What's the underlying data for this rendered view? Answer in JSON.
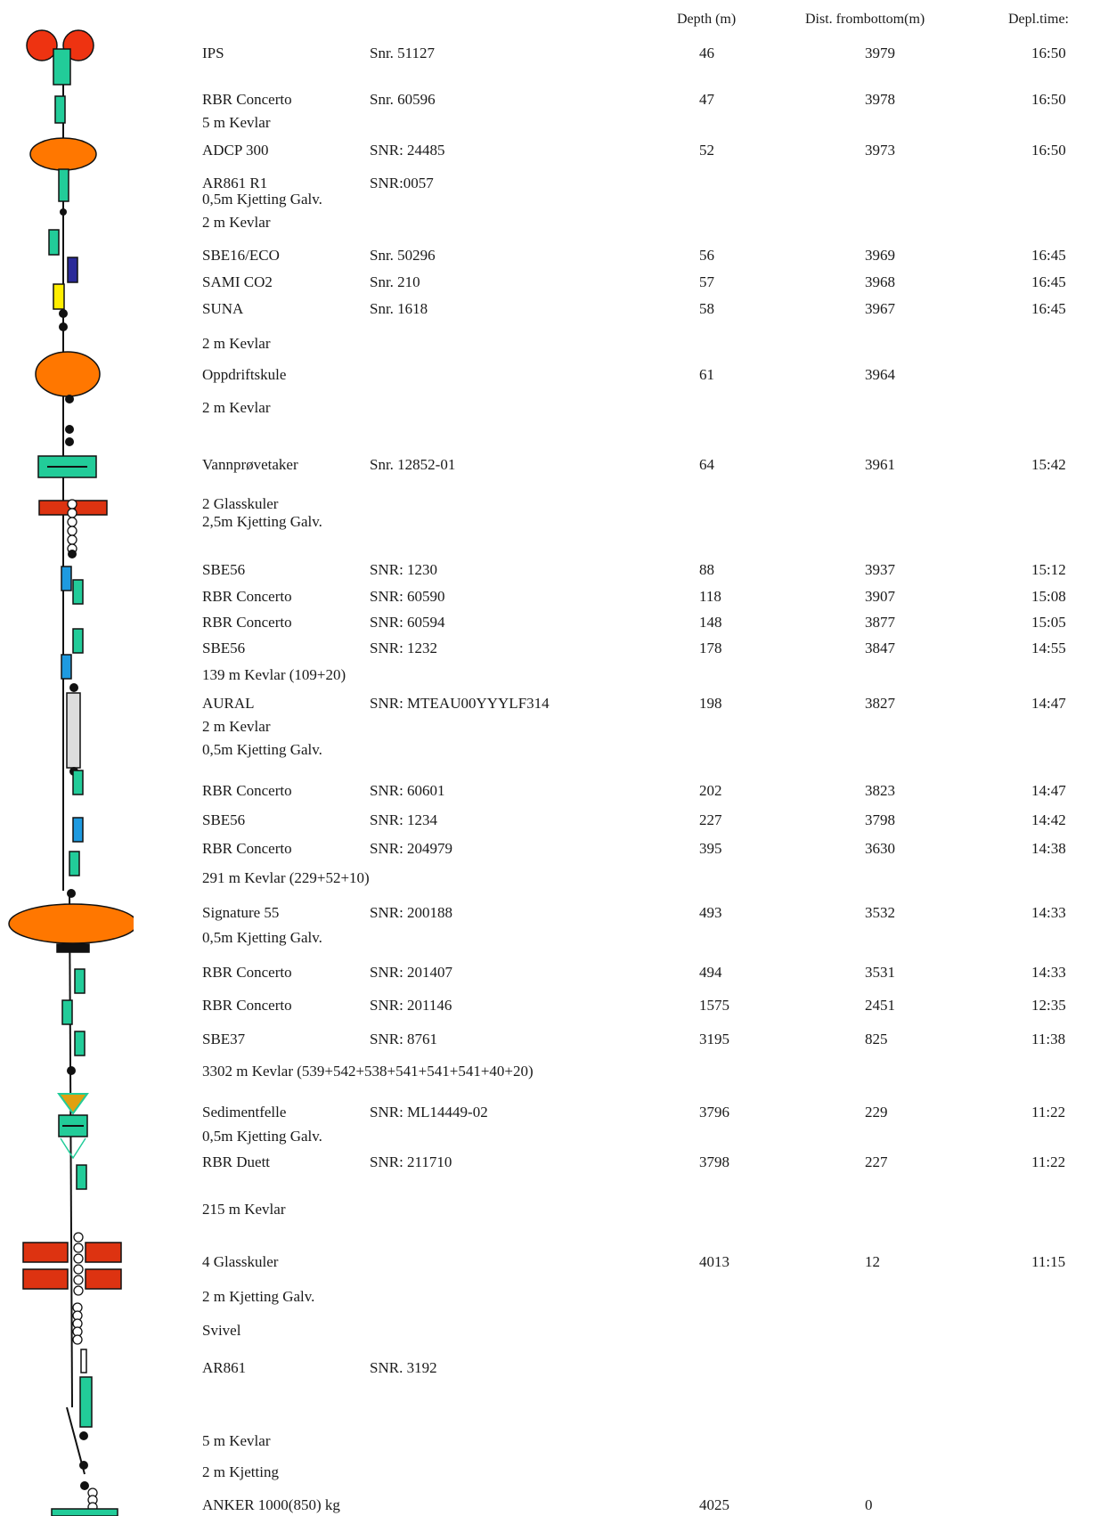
{
  "headers": {
    "depth": "Depth (m)",
    "dist": "Dist. frombottom(m)",
    "time": "Depl.time:"
  },
  "rows": [
    {
      "name": "IPS",
      "snr": "Snr. 51127",
      "depth": "46",
      "dist": "3979",
      "time": "16:50"
    },
    {
      "name": "RBR Concerto",
      "snr": "Snr. 60596",
      "depth": "47",
      "dist": "3978",
      "time": "16:50"
    },
    {
      "name": "5 m Kevlar"
    },
    {
      "name": "ADCP 300",
      "snr": "SNR: 24485",
      "depth": "52",
      "dist": "3973",
      "time": "16:50"
    },
    {
      "name": "AR861 R1",
      "snr": "SNR:0057"
    },
    {
      "name": "0,5m Kjetting Galv."
    },
    {
      "name": "2 m Kevlar"
    },
    {
      "name": "SBE16/ECO",
      "snr": "Snr. 50296",
      "depth": "56",
      "dist": "3969",
      "time": "16:45"
    },
    {
      "name": "SAMI CO2",
      "snr": "Snr. 210",
      "depth": "57",
      "dist": "3968",
      "time": "16:45"
    },
    {
      "name": "SUNA",
      "snr": "Snr. 1618",
      "depth": "58",
      "dist": "3967",
      "time": "16:45"
    },
    {
      "name": "2 m Kevlar"
    },
    {
      "name": "Oppdriftskule",
      "depth": "61",
      "dist": "3964"
    },
    {
      "name": "2 m Kevlar"
    },
    {
      "name": "Vannprøvetaker",
      "snr": "Snr. 12852-01",
      "depth": "64",
      "dist": "3961",
      "time": "15:42"
    },
    {
      "name": "2 Glasskuler"
    },
    {
      "name": "2,5m Kjetting Galv."
    },
    {
      "name": "SBE56",
      "snr": "SNR: 1230",
      "depth": "88",
      "dist": "3937",
      "time": "15:12"
    },
    {
      "name": "RBR Concerto",
      "snr": "SNR: 60590",
      "depth": "118",
      "dist": "3907",
      "time": "15:08"
    },
    {
      "name": "RBR Concerto",
      "snr": "SNR: 60594",
      "depth": "148",
      "dist": "3877",
      "time": "15:05"
    },
    {
      "name": "SBE56",
      "snr": "SNR: 1232",
      "depth": "178",
      "dist": "3847",
      "time": "14:55"
    },
    {
      "name": "139 m Kevlar (109+20)"
    },
    {
      "name": "AURAL",
      "snr": "SNR: MTEAU00YYYLF314",
      "depth": "198",
      "dist": "3827",
      "time": "14:47"
    },
    {
      "name": "2 m Kevlar"
    },
    {
      "name": "0,5m Kjetting Galv."
    },
    {
      "name": "RBR Concerto",
      "snr": "SNR: 60601",
      "depth": "202",
      "dist": "3823",
      "time": "14:47"
    },
    {
      "name": "SBE56",
      "snr": "SNR: 1234",
      "depth": "227",
      "dist": "3798",
      "time": "14:42"
    },
    {
      "name": "RBR Concerto",
      "snr": "SNR: 204979",
      "depth": "395",
      "dist": "3630",
      "time": "14:38"
    },
    {
      "name": "291 m Kevlar (229+52+10)"
    },
    {
      "name": "Signature 55",
      "snr": "SNR: 200188",
      "depth": "493",
      "dist": "3532",
      "time": "14:33"
    },
    {
      "name": "0,5m Kjetting Galv."
    },
    {
      "name": "RBR Concerto",
      "snr": "SNR: 201407",
      "depth": "494",
      "dist": "3531",
      "time": "14:33"
    },
    {
      "name": "RBR Concerto",
      "snr": "SNR: 201146",
      "depth": "1575",
      "dist": "2451",
      "time": "12:35"
    },
    {
      "name": "SBE37",
      "snr": "SNR: 8761",
      "depth": "3195",
      "dist": "825",
      "time": "11:38"
    },
    {
      "name": "3302 m Kevlar  (539+542+538+541+541+541+40+20)"
    },
    {
      "name": "Sedimentfelle",
      "snr": "SNR: ML14449-02",
      "depth": "3796",
      "dist": "229",
      "time": "11:22"
    },
    {
      "name": "0,5m Kjetting Galv."
    },
    {
      "name": "RBR Duett",
      "snr": "SNR: 211710",
      "depth": "3798",
      "dist": "227",
      "time": "11:22"
    },
    {
      "name": "215 m Kevlar"
    },
    {
      "name": "4 Glasskuler",
      "depth": "4013",
      "dist": "12",
      "time": "11:15"
    },
    {
      "name": "2 m Kjetting Galv."
    },
    {
      "name": "Svivel"
    },
    {
      "name": "AR861",
      "snr": "SNR. 3192"
    },
    {
      "name": "5 m Kevlar"
    },
    {
      "name": "2 m Kjetting"
    },
    {
      "name": "ANKER    1000(850) kg",
      "depth": "4025",
      "dist": "0"
    }
  ],
  "colors": {
    "line": "#111111",
    "float_orange": "#ff7700",
    "float_red": "#ee3311",
    "instrument_teal": "#22cc99",
    "instrument_blue": "#1e9ae0",
    "instrument_navy": "#2a2a99",
    "instrument_yellow": "#ffee00",
    "glass_red": "#dd3311",
    "gray": "#dddddd",
    "trap_gold": "#e0a010"
  }
}
